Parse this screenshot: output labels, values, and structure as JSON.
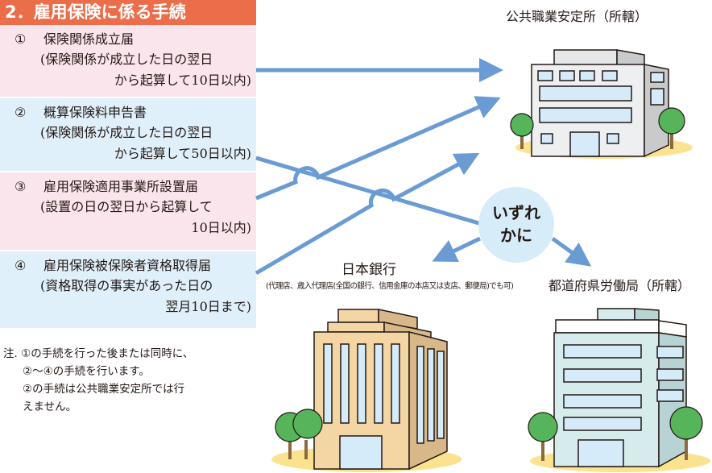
{
  "section_title": "2．雇用保険に係る手続",
  "procedures": [
    {
      "num": "①",
      "name": "保険関係成立届",
      "lines": [
        "(保険関係が成立した日の翌日",
        "から起算して10日以内)"
      ],
      "color": "#fbe5ec"
    },
    {
      "num": "②",
      "name": "概算保険料申告書",
      "lines": [
        "(保険関係が成立した日の翌日",
        "から起算して50日以内)"
      ],
      "color": "#dff0fa"
    },
    {
      "num": "③",
      "name": "雇用保険適用事業所設置届",
      "lines": [
        "(設置の日の翌日から起算して",
        "10日以内)"
      ],
      "color": "#fbe5ec"
    },
    {
      "num": "④",
      "name": "雇用保険被保険者資格取得届",
      "lines": [
        "(資格取得の事実があった日の",
        "翌月10日まで)"
      ],
      "color": "#dff0fa"
    }
  ],
  "note": {
    "prefix": "注.",
    "lines": [
      "①の手続を行った後または同時に、",
      "②～④の手続を行います。",
      "②の手続は公共職業安定所では行",
      "えません。"
    ]
  },
  "destinations": {
    "hello_work": "公共職業安定所（所轄）",
    "bank_of_japan": "日本銀行",
    "bank_of_japan_note": "(代理店、歳入代理店(全国の銀行、信用金庫の本店又は支店、郵便局)でも可)",
    "prefectural_labor_bureau": "都道府県労働局（所轄）"
  },
  "either_bubble": [
    "いずれ",
    "かに"
  ],
  "colors": {
    "title_bar": "#ec6d4a",
    "arrow": "#6a9bd3",
    "bubble": "#d6ecf8",
    "pink_row": "#fbe5ec",
    "blue_row": "#dff0fa"
  }
}
